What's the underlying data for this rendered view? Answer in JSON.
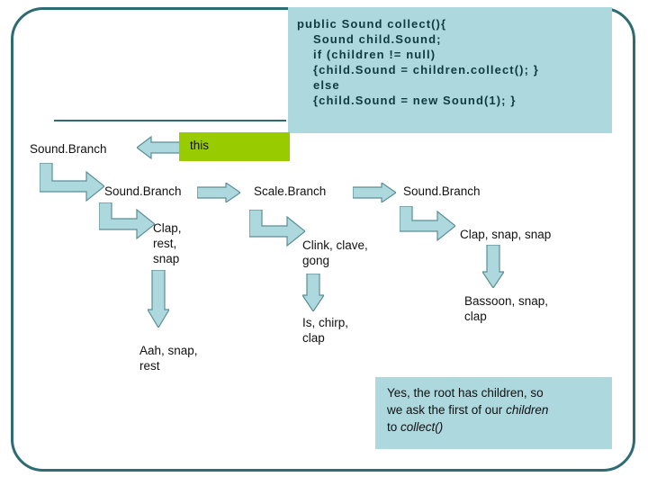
{
  "code_block": {
    "lines": [
      {
        "text": "public Sound collect(){",
        "indent": 0
      },
      {
        "text": "Sound child.Sound;",
        "indent": 1
      },
      {
        "text": "if (children != null)",
        "indent": 1
      },
      {
        "text": "{child.Sound = children.collect(); }",
        "indent": 1
      },
      {
        "text": "else",
        "indent": 1
      },
      {
        "text": "{child.Sound = new Sound(1); }",
        "indent": 1
      }
    ],
    "bg_color": "#add8dd"
  },
  "labels": {
    "root_branch": "Sound.Branch",
    "this": "this",
    "child1_branch": "Sound.Branch",
    "child2_branch": "Scale.Branch",
    "child3_branch": "Sound.Branch",
    "leaf1": "Clap,\nrest,\nsnap",
    "leaf2": "Aah, snap,\nrest",
    "leaf3": "Clink, clave,\ngong",
    "leaf4": "Is, chirp,\nclap",
    "leaf5": "Clap, snap, snap",
    "leaf6": "Bassoon, snap,\nclap"
  },
  "note": {
    "line1": "Yes, the root has children, so",
    "line2": "we ask the first of our ",
    "line2_em": "children",
    "line3": "to ",
    "line3_em": "collect()"
  },
  "colors": {
    "frame": "#2e6b72",
    "arrow_fill": "#add8dd",
    "arrow_stroke": "#5b8f96",
    "accent_green": "#99cc00",
    "panel": "#add8dd"
  }
}
